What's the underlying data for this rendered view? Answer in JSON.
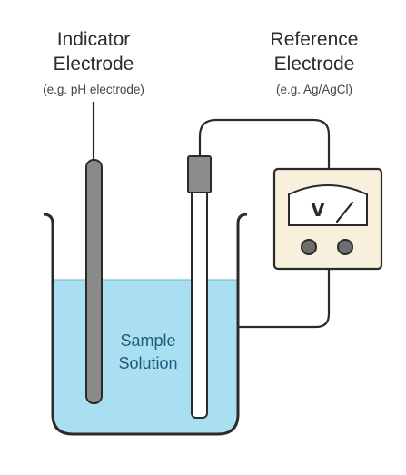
{
  "indicator": {
    "title_line1": "Indicator",
    "title_line2": "Electrode",
    "subtitle": "(e.g. pH electrode)"
  },
  "reference": {
    "title_line1": "Reference",
    "title_line2": "Electrode",
    "subtitle": "(e.g. Ag/AgCl)"
  },
  "solution": {
    "line1": "Sample",
    "line2": "Solution"
  },
  "meter": {
    "symbol": "V"
  },
  "colors": {
    "solution_fill": "#a9dff0",
    "meter_body": "#f6f0dc",
    "indicator_rod": "#8a8a8a",
    "reference_cap": "#8c8c8c",
    "outline": "#2b2b2b"
  }
}
